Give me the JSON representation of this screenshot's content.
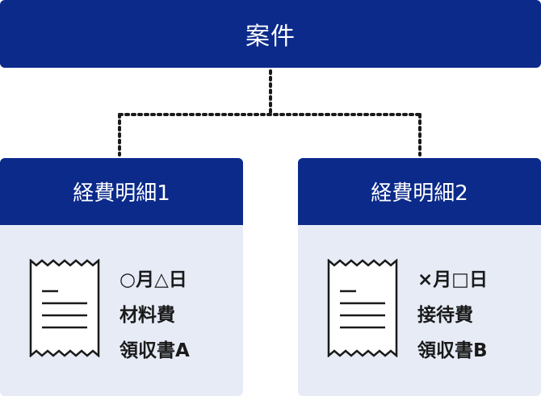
{
  "colors": {
    "header_bg": "#0b2a8a",
    "card_bg": "#e6ebf6",
    "text_light": "#ffffff",
    "text_dark": "#1a1a1a",
    "connector": "#1a1a1a"
  },
  "root": {
    "label": "案件"
  },
  "cards": [
    {
      "title": "経費明細1",
      "icon": "receipt-icon",
      "lines": [
        "○月△日",
        "材料費",
        "領収書A"
      ]
    },
    {
      "title": "経費明細2",
      "icon": "receipt-icon",
      "lines": [
        "×月□日",
        "接待費",
        "領収書B"
      ]
    }
  ]
}
